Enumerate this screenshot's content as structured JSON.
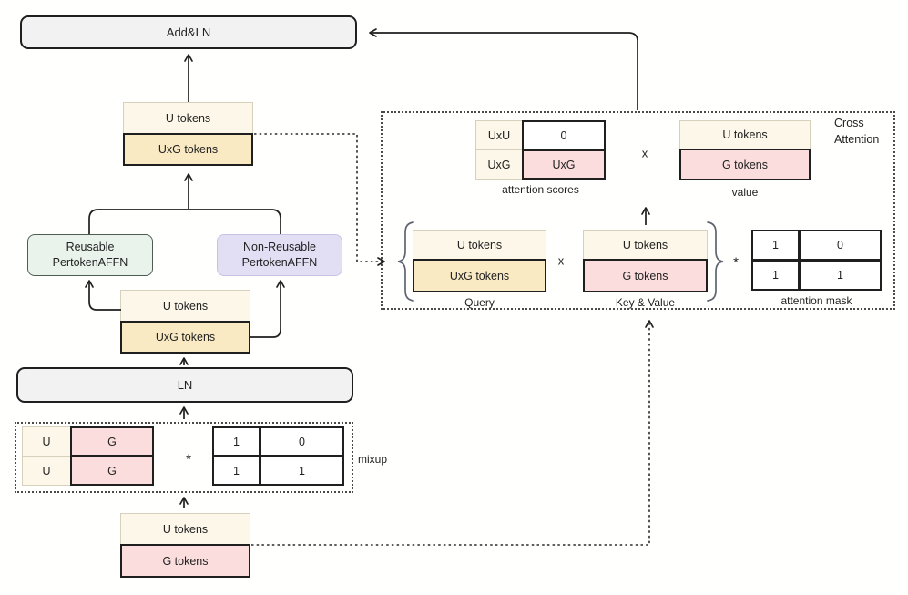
{
  "diagram": {
    "add_ln_label": "Add&LN",
    "ln_label": "LN",
    "reusable_affn": [
      "Reusable",
      "PertokenAFFN"
    ],
    "non_reusable_affn": [
      "Non-Reusable",
      "PertokenAFFN"
    ],
    "stack_top": [
      "U tokens",
      "UxG tokens"
    ],
    "stack_mid": [
      "U tokens",
      "UxG tokens"
    ],
    "stack_bottom": [
      "U tokens",
      "G tokens"
    ],
    "mixup": {
      "label": "mixup",
      "star": "*",
      "token_matrix": [
        [
          "U",
          "G"
        ],
        [
          "U",
          "G"
        ]
      ],
      "mask_matrix": [
        [
          "1",
          "0"
        ],
        [
          "1",
          "1"
        ]
      ]
    },
    "cross_attention": {
      "title": [
        "Cross",
        "Attention"
      ],
      "scores_matrix": [
        [
          "UxU",
          "0"
        ],
        [
          "UxG",
          "UxG"
        ]
      ],
      "scores_label": "attention scores",
      "x_op_top": "x",
      "value_stack": [
        "U tokens",
        "G tokens"
      ],
      "value_label": "value",
      "query_stack": [
        "U tokens",
        "UxG tokens"
      ],
      "query_label": "Query",
      "x_op_bottom": "x",
      "kv_stack": [
        "U tokens",
        "G tokens"
      ],
      "kv_label": "Key & Value",
      "star_op": "*",
      "mask_matrix": [
        [
          "1",
          "0"
        ],
        [
          "1",
          "1"
        ]
      ],
      "mask_label": "attention mask"
    },
    "colors": {
      "cream": "#fcf7e8",
      "tan": "#f9eac3",
      "pink": "#fbdddd",
      "green": "#e9f3ec",
      "purple": "#e2def3",
      "gray": "#f2f2f2"
    }
  }
}
